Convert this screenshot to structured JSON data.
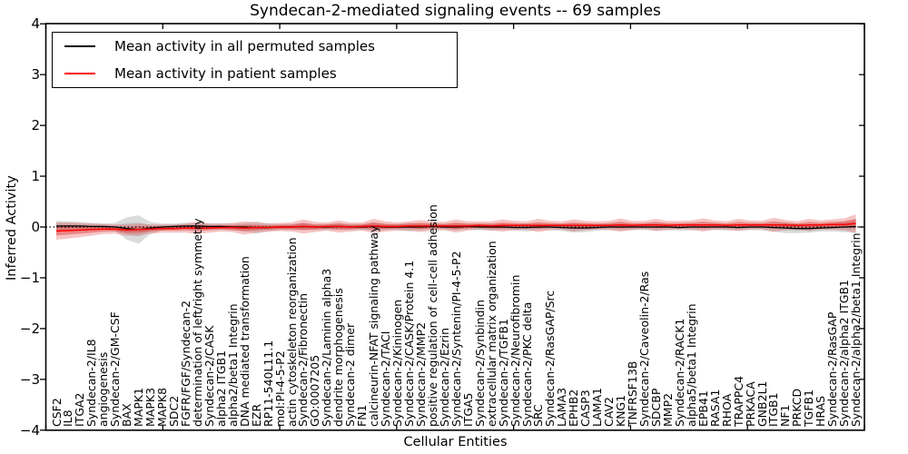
{
  "title": "Syndecan-2-mediated signaling events -- 69 samples",
  "legend": {
    "items": [
      {
        "label": "Mean activity in all permuted samples",
        "color": "#000000"
      },
      {
        "label": "Mean activity in patient samples",
        "color": "#ff0000"
      }
    ]
  },
  "chart_data": {
    "type": "line",
    "title": "Syndecan-2-mediated signaling events -- 69 samples",
    "xlabel": "Cellular Entities",
    "ylabel": "Inferred Activity",
    "ylim": [
      -4,
      4
    ],
    "yticks": [
      4,
      3,
      2,
      1,
      0,
      -1,
      -2,
      -3,
      -4
    ],
    "grid": false,
    "zero_line": "dotted",
    "legend_position": "upper left",
    "categories": [
      "CSF2",
      "IL8",
      "ITGA2",
      "Syndecan-2/IL8",
      "angiogenesis",
      "Syndecan-2/GM-CSF",
      "BAX",
      "MAPK1",
      "MAPK3",
      "MAPK8",
      "SDC2",
      "FGFR/FGF/Syndecan-2",
      "determination of left/right symmetry",
      "Syndecan-2/CASK",
      "alpha2 ITGB1",
      "alpha2/beta1 Integrin",
      "DNA mediated transformation",
      "EZR",
      "RP11-540L11.1",
      "mol:PI-4-5-P2",
      "actin cytoskeleton reorganization",
      "Syndecan-2/Fibronectin",
      "GO:0007205",
      "Syndecan-2/Laminin alpha3",
      "dendrite morphogenesis",
      "Syndecan-2 dimer",
      "FN1",
      "calcineurin-NFAT signaling pathway",
      "Syndecan-2/TACI",
      "Syndecan-2/Kininogen",
      "Syndecan-2/CASK/Protein 4.1",
      "Syndecan-2/MMP2",
      "positive regulation of cell-cell adhesion",
      "Syndecan-2/Ezrin",
      "Syndecan-2/Syntenin/PI-4-5-P2",
      "ITGA5",
      "Syndecan-2/Synbindin",
      "extracellular matrix organization",
      "Syndecan-2/TGFB1",
      "Syndecan-2/Neurofibromin",
      "Syndecan-2/PKC delta",
      "SRC",
      "Syndecan-2/RasGAP/Src",
      "LAMA3",
      "EPHB2",
      "CASP3",
      "LAMA1",
      "CAV2",
      "KNG1",
      "TNFRSF13B",
      "Syndecan-2/Caveolin-2/Ras",
      "SDCBP",
      "MMP2",
      "Syndecan-2/RACK1",
      "alpha5/beta1 Integrin",
      "EPB41",
      "RASA1",
      "RHOA",
      "TRAPPC4",
      "PRKACA",
      "GNB2L1",
      "ITGB1",
      "NF1",
      "PRKCD",
      "TGFB1",
      "HRAS",
      "Syndecan-2/RasGAP",
      "Syndecan-2/alpha2 ITGB1",
      "Syndecan-2/alpha2/beta1 Integrin"
    ],
    "series": [
      {
        "name": "Mean activity in all permuted samples",
        "color": "#000000",
        "band_color": "#a0a0a0",
        "values": [
          0.02,
          0.02,
          0.02,
          0.01,
          0.01,
          0,
          -0.03,
          -0.05,
          -0.02,
          0,
          0.01,
          0.02,
          0.02,
          0.01,
          0.01,
          0,
          0,
          -0.01,
          -0.01,
          0,
          0,
          0.01,
          0,
          0,
          0.01,
          0,
          0,
          0.01,
          0,
          0,
          0,
          0,
          0.01,
          0,
          0,
          0.01,
          0,
          0,
          0,
          -0.01,
          -0.01,
          0,
          0,
          -0.01,
          -0.02,
          -0.02,
          -0.01,
          0,
          0,
          0,
          0,
          0,
          0,
          -0.01,
          0,
          0,
          0,
          0,
          -0.01,
          0,
          0,
          -0.01,
          -0.02,
          -0.03,
          -0.03,
          -0.02,
          -0.01,
          0,
          0.01
        ],
        "band_halfwidth": [
          0.1,
          0.09,
          0.08,
          0.07,
          0.06,
          0.08,
          0.22,
          0.28,
          0.12,
          0.07,
          0.06,
          0.06,
          0.07,
          0.06,
          0.06,
          0.07,
          0.08,
          0.12,
          0.08,
          0.06,
          0.06,
          0.07,
          0.06,
          0.06,
          0.07,
          0.06,
          0.06,
          0.08,
          0.06,
          0.06,
          0.09,
          0.07,
          0.06,
          0.06,
          0.07,
          0.06,
          0.06,
          0.07,
          0.06,
          0.06,
          0.08,
          0.06,
          0.06,
          0.07,
          0.09,
          0.08,
          0.06,
          0.06,
          0.07,
          0.06,
          0.06,
          0.07,
          0.06,
          0.06,
          0.07,
          0.06,
          0.06,
          0.07,
          0.06,
          0.06,
          0.07,
          0.08,
          0.1,
          0.09,
          0.08,
          0.07,
          0.08,
          0.1,
          0.13
        ]
      },
      {
        "name": "Mean activity in patient samples",
        "color": "#ff0000",
        "band_color": "#e05050",
        "values": [
          -0.08,
          -0.07,
          -0.06,
          -0.05,
          -0.04,
          -0.04,
          -0.06,
          -0.05,
          -0.04,
          -0.03,
          -0.03,
          -0.02,
          -0.02,
          -0.02,
          -0.01,
          -0.01,
          -0.02,
          -0.01,
          -0.01,
          0,
          0,
          0.01,
          0,
          0.01,
          0.01,
          0,
          0.01,
          0.02,
          0.01,
          0.01,
          0.02,
          0.02,
          0.02,
          0.02,
          0.02,
          0.02,
          0.03,
          0.02,
          0.03,
          0.03,
          0.03,
          0.03,
          0.03,
          0.03,
          0.03,
          0.03,
          0.03,
          0.03,
          0.04,
          0.03,
          0.04,
          0.04,
          0.03,
          0.04,
          0.04,
          0.04,
          0.04,
          0.03,
          0.04,
          0.04,
          0.04,
          0.04,
          0.04,
          0.03,
          0.04,
          0.04,
          0.05,
          0.05,
          0.07
        ],
        "band_halfwidth": [
          0.17,
          0.16,
          0.14,
          0.12,
          0.1,
          0.09,
          0.11,
          0.12,
          0.09,
          0.08,
          0.08,
          0.09,
          0.12,
          0.09,
          0.08,
          0.09,
          0.13,
          0.1,
          0.08,
          0.08,
          0.09,
          0.14,
          0.1,
          0.08,
          0.12,
          0.09,
          0.08,
          0.14,
          0.1,
          0.08,
          0.09,
          0.12,
          0.09,
          0.08,
          0.13,
          0.09,
          0.08,
          0.09,
          0.12,
          0.09,
          0.08,
          0.13,
          0.09,
          0.08,
          0.12,
          0.09,
          0.08,
          0.09,
          0.13,
          0.09,
          0.08,
          0.12,
          0.09,
          0.08,
          0.09,
          0.13,
          0.09,
          0.08,
          0.12,
          0.09,
          0.08,
          0.14,
          0.1,
          0.08,
          0.12,
          0.09,
          0.1,
          0.12,
          0.18
        ]
      }
    ]
  }
}
